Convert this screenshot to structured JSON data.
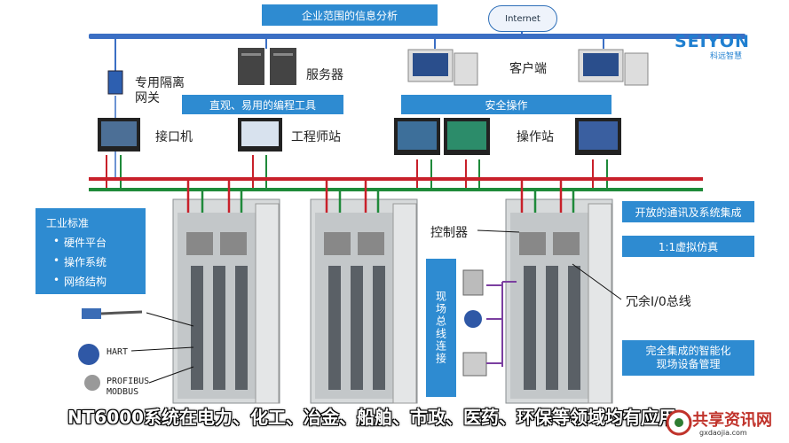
{
  "top_banner": "企业范围的信息分析",
  "internet": "Internet",
  "logo": {
    "name": "SEIYON",
    "sub": "科远智慧"
  },
  "labels": {
    "gateway": "专用隔离\n网关",
    "server": "服务器",
    "client": "客户端",
    "interface": "接口机",
    "engineer": "工程师站",
    "operator": "操作站",
    "controller": "控制器",
    "redundant_io": "冗余I/0总线"
  },
  "banners": {
    "programming_tool": "直观、易用的编程工具",
    "safe_operation": "安全操作",
    "open_comm": "开放的通讯及系统集成",
    "simulation": "1:1虚拟仿真",
    "smart_devices": "完全集成的智能化\n现场设备管理",
    "fieldbus": "现场总线连接"
  },
  "industry_standard": {
    "title": "工业标准",
    "items": [
      "硬件平台",
      "操作系统",
      "网络结构"
    ]
  },
  "protocols": [
    "HART",
    "PROFIBUS",
    "MODBUS"
  ],
  "caption": "NT6000系统在电力、化工、冶金、船舶、市政、医药、环保等领域均有应用",
  "watermark": {
    "title": "共享资讯网",
    "url": "gxdaojia.com"
  },
  "colors": {
    "accent": "#2e8bd1",
    "red_bus": "#c8202a",
    "green_bus": "#1f8a3a",
    "blue_bus": "#3b6fc4"
  }
}
